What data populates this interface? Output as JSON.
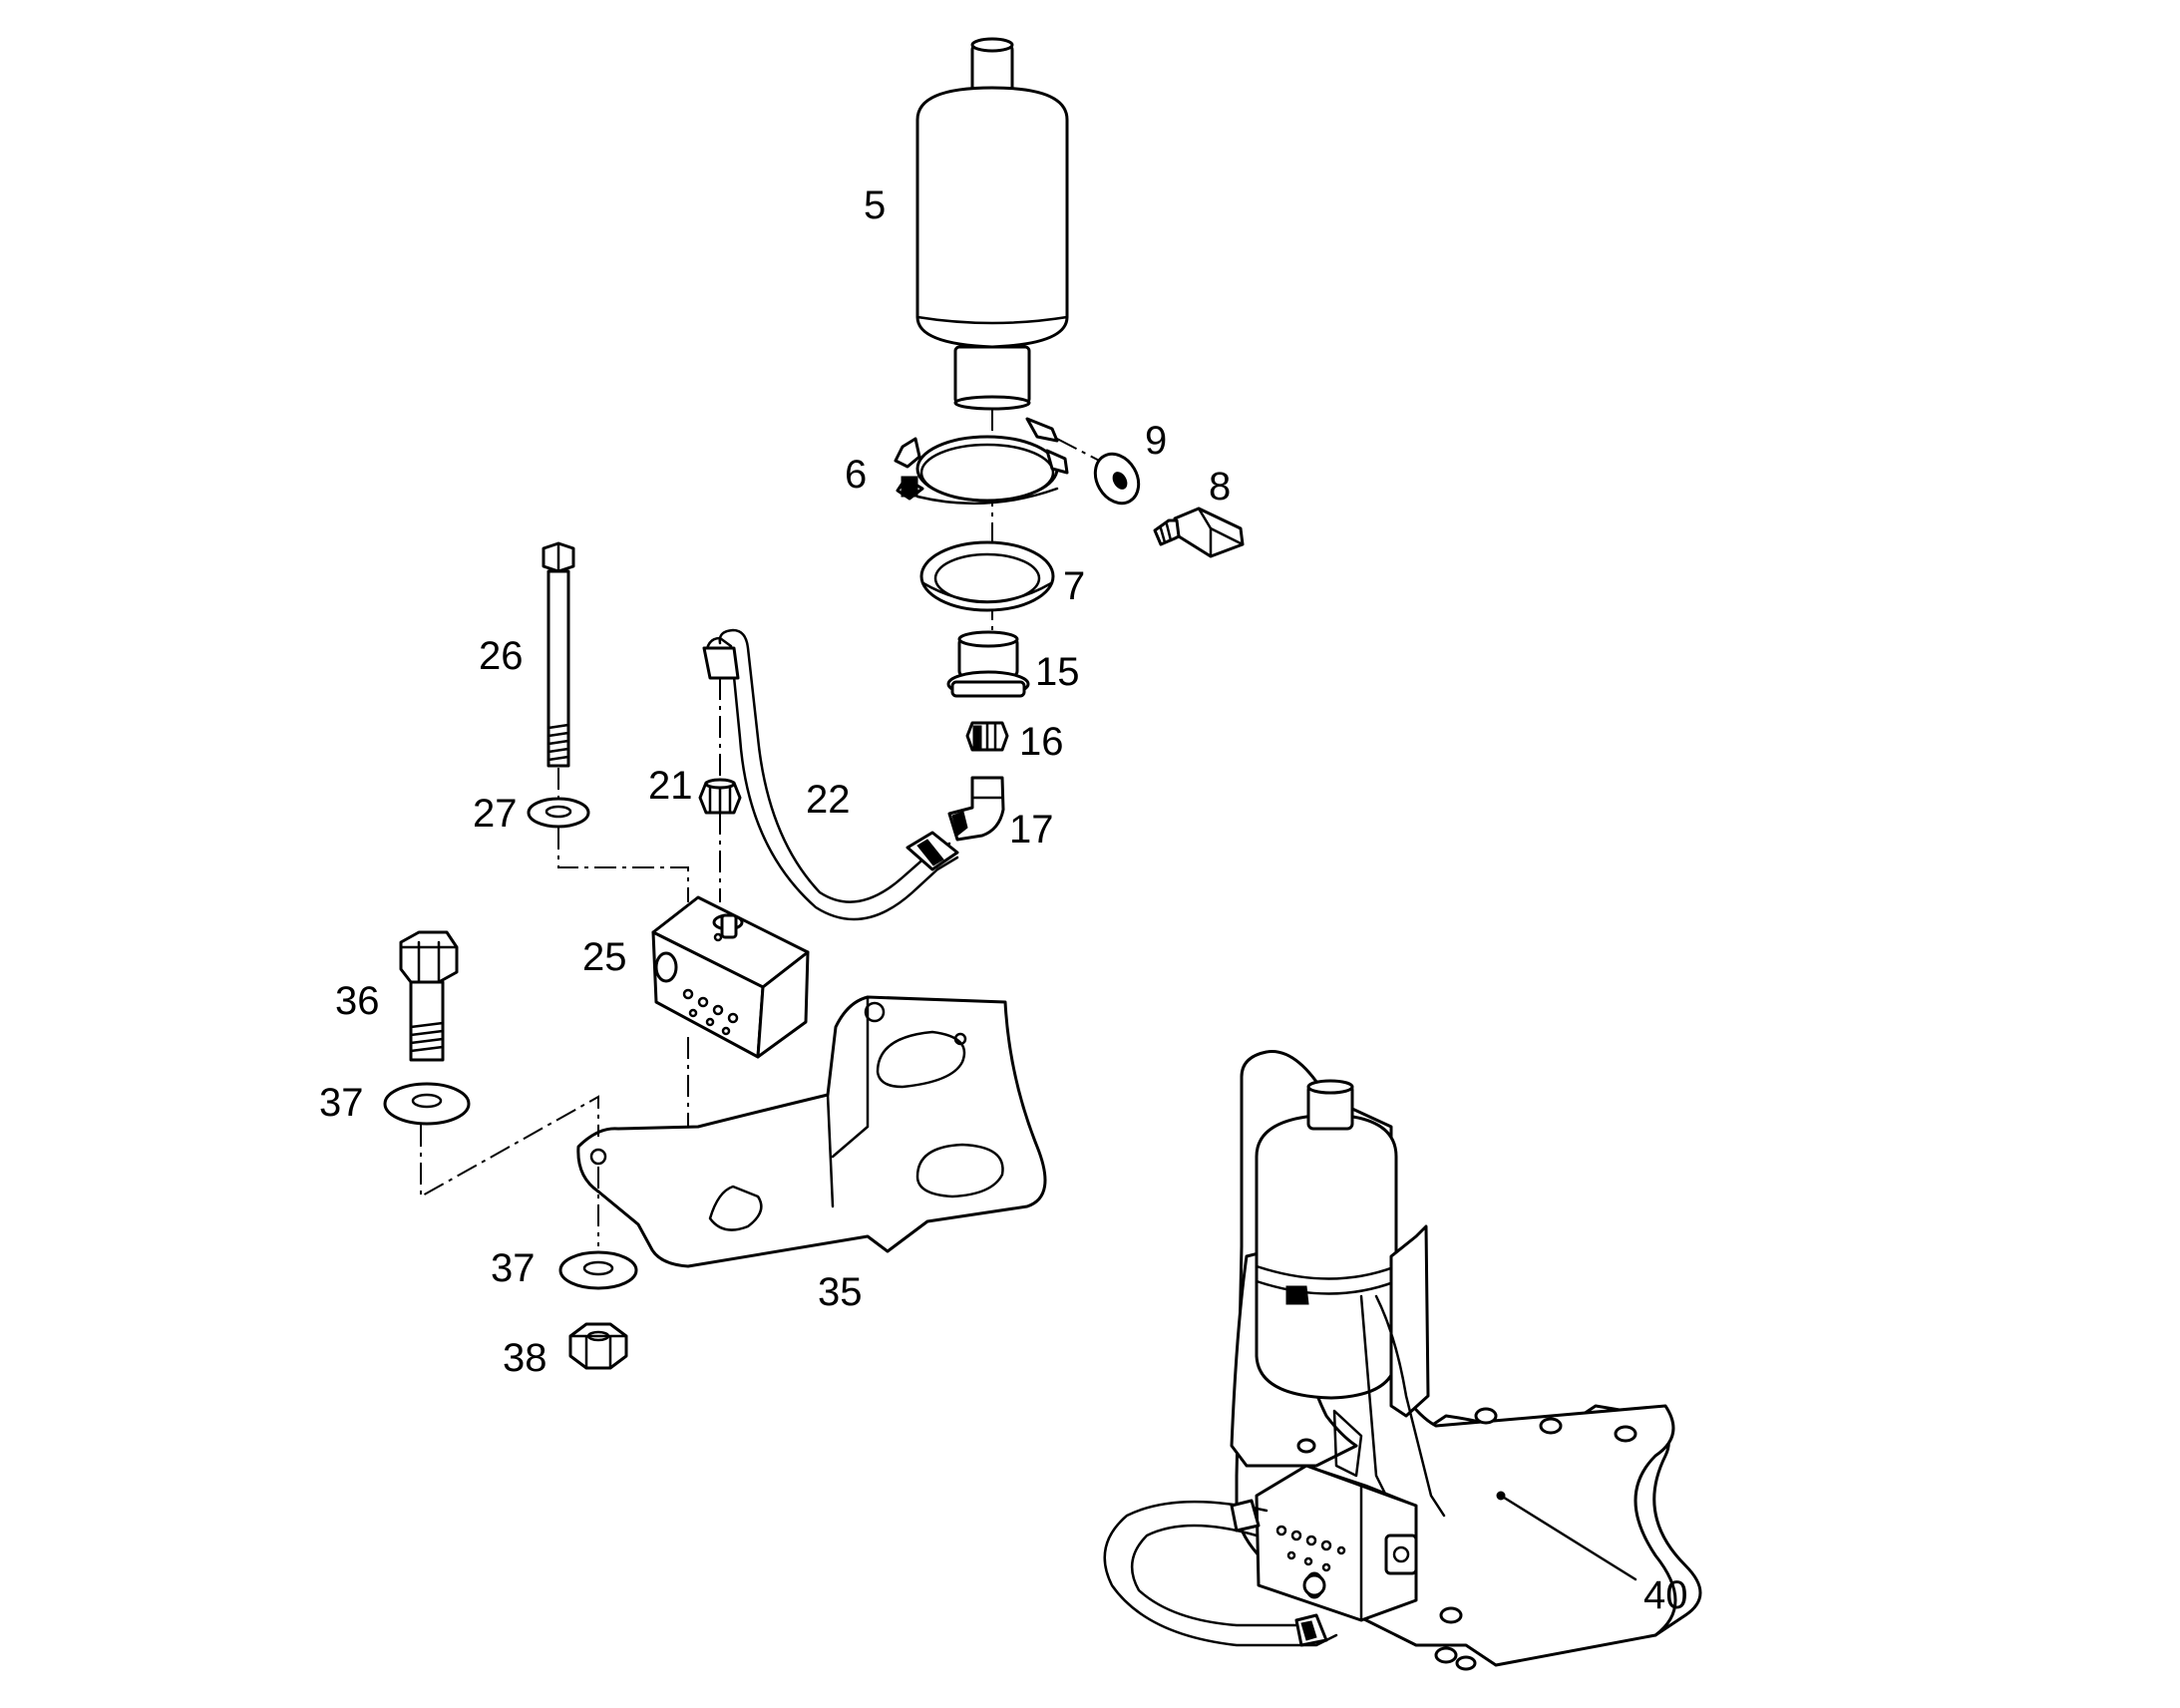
{
  "diagram": {
    "type": "exploded-parts-drawing",
    "callouts": [
      {
        "id": "c5",
        "label": "5"
      },
      {
        "id": "c6",
        "label": "6"
      },
      {
        "id": "c7",
        "label": "7"
      },
      {
        "id": "c8",
        "label": "8"
      },
      {
        "id": "c9",
        "label": "9"
      },
      {
        "id": "c15",
        "label": "15"
      },
      {
        "id": "c16",
        "label": "16"
      },
      {
        "id": "c17",
        "label": "17"
      },
      {
        "id": "c21",
        "label": "21"
      },
      {
        "id": "c22",
        "label": "22"
      },
      {
        "id": "c25",
        "label": "25"
      },
      {
        "id": "c26",
        "label": "26"
      },
      {
        "id": "c27",
        "label": "27"
      },
      {
        "id": "c35",
        "label": "35"
      },
      {
        "id": "c36",
        "label": "36"
      },
      {
        "id": "c37a",
        "label": "37"
      },
      {
        "id": "c37b",
        "label": "37"
      },
      {
        "id": "c38",
        "label": "38"
      },
      {
        "id": "c40",
        "label": "40"
      }
    ]
  }
}
